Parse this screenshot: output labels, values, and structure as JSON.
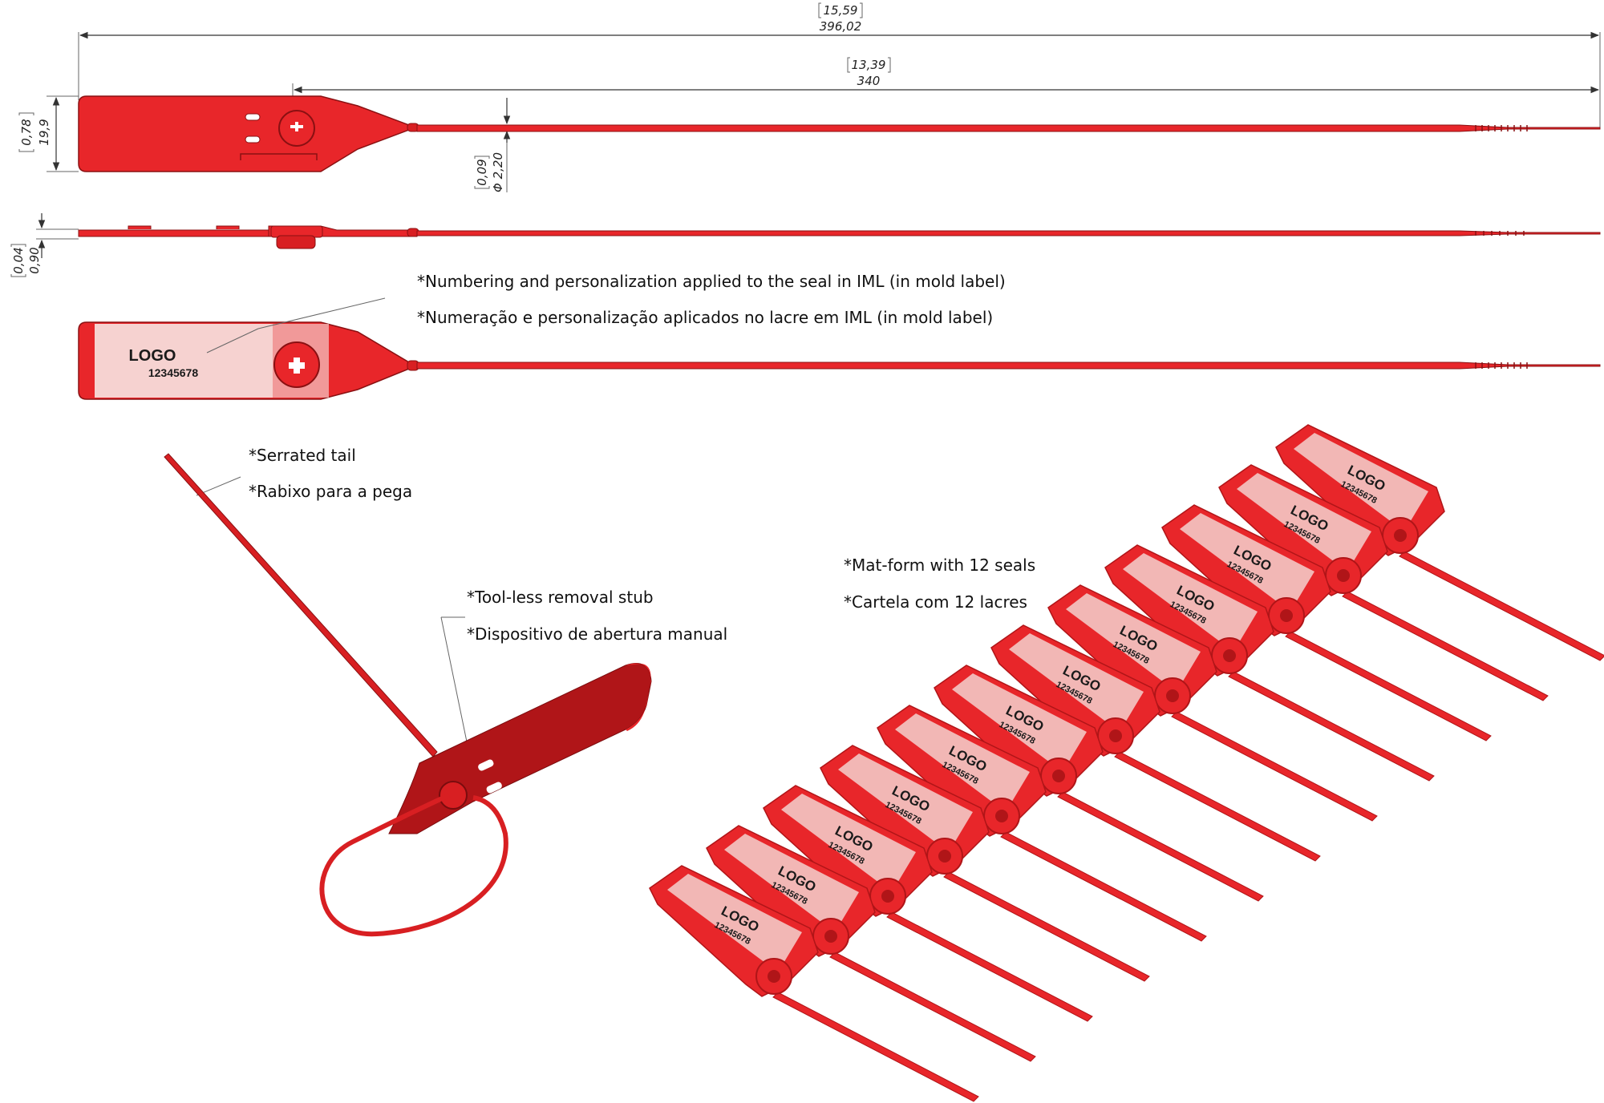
{
  "colors": {
    "seal_red": "#e8262a",
    "seal_dark": "#b01518",
    "label_pink": "#f2b7b5",
    "label_pink_light": "#f6d2d0",
    "line": "#333333"
  },
  "dimensions": {
    "overall_inch": "15,59",
    "overall_mm": "396,02",
    "strap_inch": "13,39",
    "strap_mm": "340",
    "height_inch": "0,78",
    "height_mm": "19,9",
    "diameter_inch": "0,09",
    "diameter_mm": "Φ 2,20",
    "thickness_inch": "0,04",
    "thickness_mm": "0,90"
  },
  "notes": {
    "iml_en": "*Numbering and personalization applied to the seal in IML (in mold label)",
    "iml_pt": "*Numeração e personalização aplicados no lacre em IML (in mold label)",
    "tail_en": "*Serrated tail",
    "tail_pt": "*Rabixo para a pega",
    "stub_en": "*Tool-less removal stub",
    "stub_pt": "*Dispositivo de abertura manual",
    "mat_en": "*Mat-form with 12 seals",
    "mat_pt": "*Cartela com 12 lacres"
  },
  "label": {
    "logo": "LOGO",
    "number": "12345678"
  },
  "mat_seal_count": 12
}
